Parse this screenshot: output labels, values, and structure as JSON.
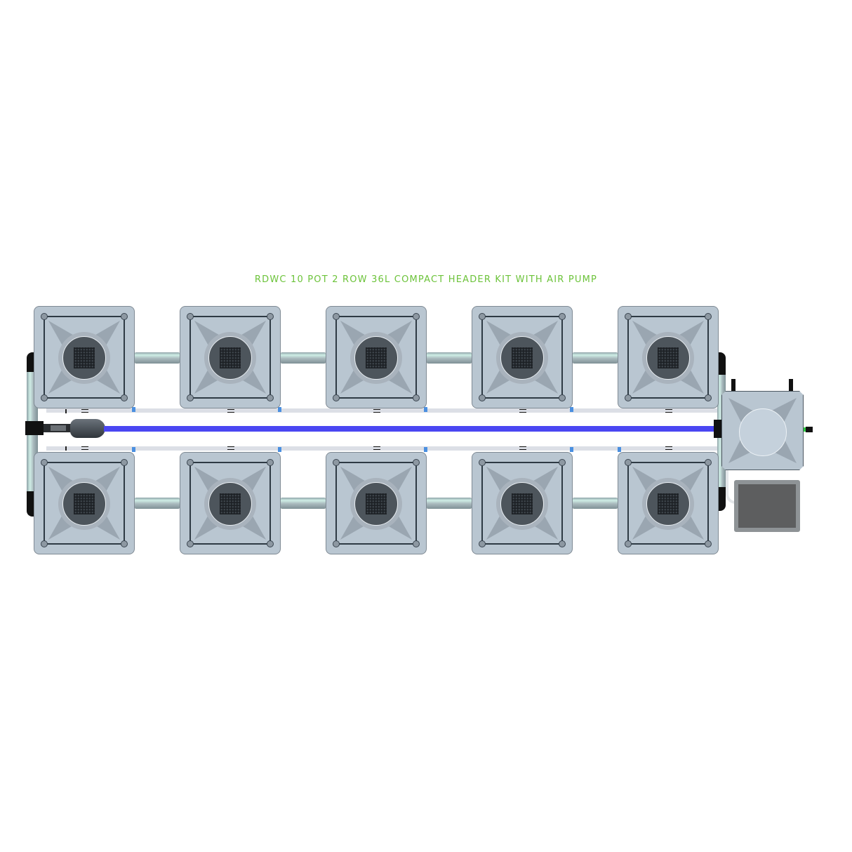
{
  "title": "RDWC 10 POT 2 ROW 36L COMPACT HEADER KIT WITH AIR PUMP",
  "colors": {
    "title_green": "#6cc33a",
    "pot_body": "#b9c6d1",
    "pot_lid": "#4d555c",
    "air_line_blue": "#4a46f2",
    "clip_blue": "#4a8fe0",
    "control_screen": "#5d5e5f"
  },
  "layout": {
    "rows": 2,
    "pots_per_row": 5,
    "total_pots": 10,
    "pot_volume": "36L"
  },
  "components": {
    "pots_top": [
      "pot-1",
      "pot-2",
      "pot-3",
      "pot-4",
      "pot-5"
    ],
    "pots_bottom": [
      "pot-6",
      "pot-7",
      "pot-8",
      "pot-9",
      "pot-10"
    ],
    "header_tank": "header-tank",
    "air_pump": "air-pump",
    "control_box": "control-screen",
    "pump_fitting": "pump-inlet"
  }
}
